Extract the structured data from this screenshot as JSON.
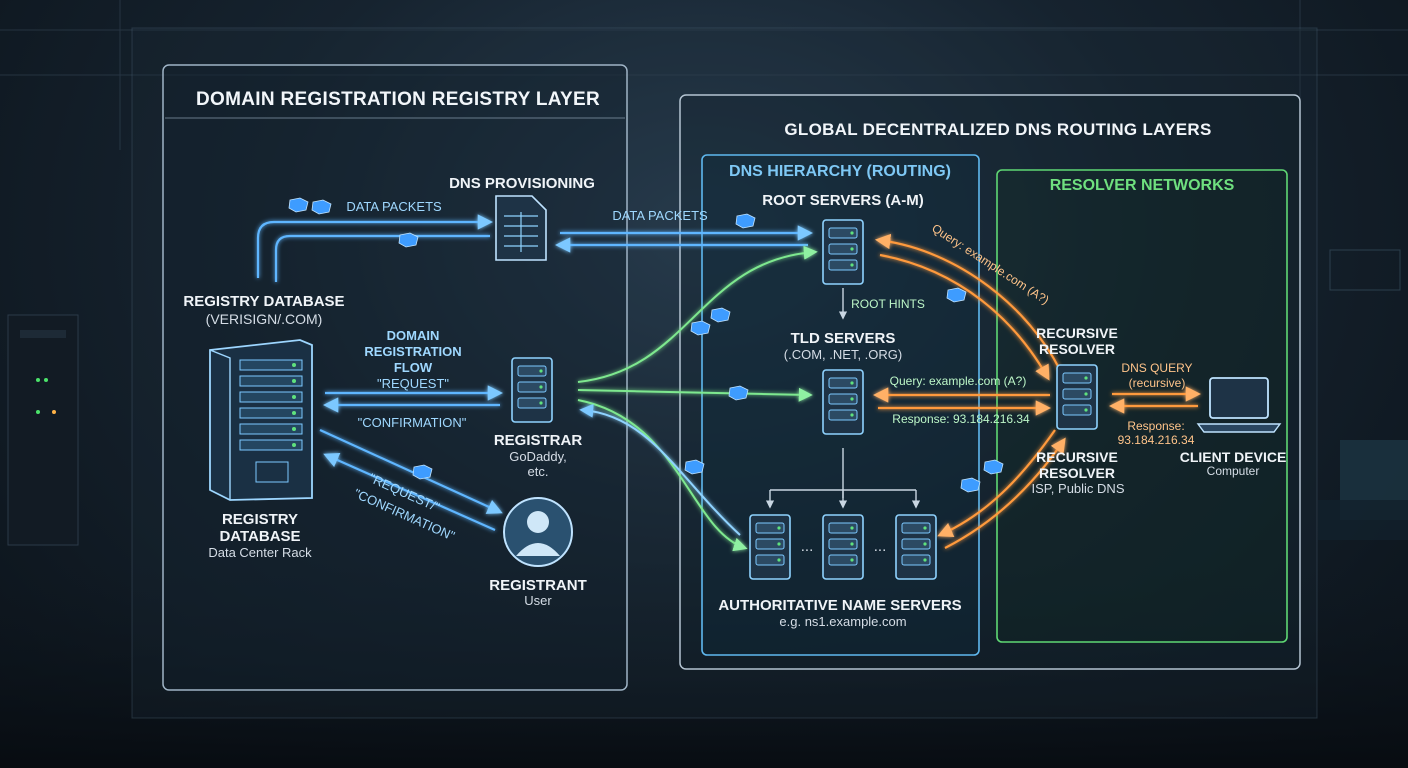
{
  "registry_layer": {
    "title": "DOMAIN REGISTRATION REGISTRY LAYER",
    "registry_db_top": {
      "line1": "REGISTRY DATABASE",
      "line2": "(VERISIGN/.COM)"
    },
    "registry_db_bottom": {
      "line1": "REGISTRY",
      "line2": "DATABASE",
      "sub": "Data Center Rack"
    },
    "dns_provisioning": "DNS PROVISIONING",
    "data_packets": "DATA PACKETS",
    "flow": {
      "line1": "DOMAIN",
      "line2": "REGISTRATION",
      "line3": "FLOW",
      "request": "\"REQUEST\"",
      "confirmation": "\"CONFIRMATION\""
    },
    "registrar": {
      "label": "REGISTRAR",
      "sub1": "GoDaddy,",
      "sub2": "etc."
    },
    "diag_request": "\"REQUEST/\"",
    "diag_confirmation": "\"CONFIRMATION\"",
    "registrant": {
      "label": "REGISTRANT",
      "sub": "User"
    }
  },
  "global_layer": {
    "title": "GLOBAL DECENTRALIZED DNS ROUTING LAYERS",
    "data_packets": "DATA PACKETS",
    "hierarchy": {
      "title": "DNS HIERARCHY (ROUTING)",
      "root": "ROOT SERVERS (A-M)",
      "root_hints": "ROOT HINTS",
      "tld": {
        "label": "TLD SERVERS",
        "sub": "(.COM, .NET, .ORG)"
      },
      "authoritative": {
        "label": "AUTHORITATIVE NAME SERVERS",
        "sub": "e.g. ns1.example.com"
      },
      "dots": "..."
    },
    "resolver": {
      "title": "RESOLVER NETWORKS",
      "recursive_top": {
        "line1": "RECURSIVE",
        "line2": "RESOLVER"
      },
      "recursive_bottom": {
        "line1": "RECURSIVE",
        "line2": "RESOLVER",
        "sub": "ISP, Public DNS"
      },
      "dns_query": "DNS QUERY",
      "dns_query_sub": "(recursive)",
      "response_label": "Response:",
      "response_ip": "93.184.216.34",
      "client": {
        "label": "CLIENT DEVICE",
        "sub": "Computer"
      }
    },
    "query_tld": "Query: example.com (A?)",
    "response_tld": "Response: 93.184.216.34",
    "query_root": "Query: example.com (A?)"
  },
  "colors": {
    "blue": "#4fb4ff",
    "green": "#5fe27e",
    "orange": "#ff9a3c",
    "cyan_title": "#7ec8f5",
    "green_title": "#6fe07f"
  }
}
